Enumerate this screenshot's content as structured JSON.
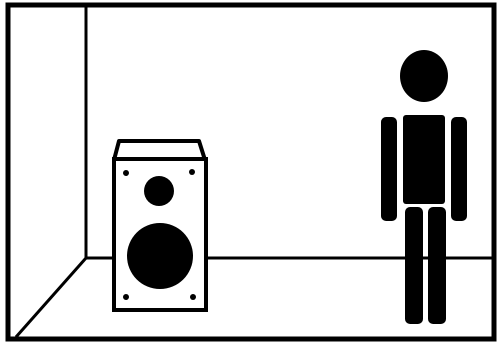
{
  "scene": {
    "colors": {
      "ink": "#000000",
      "paper": "#ffffff"
    },
    "objects": [
      "room",
      "loudspeaker",
      "person"
    ]
  }
}
